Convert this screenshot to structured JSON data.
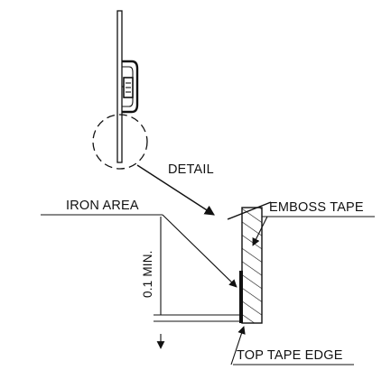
{
  "labels": {
    "detail": "DETAIL",
    "iron_area": "IRON AREA",
    "emboss_tape": "EMBOSS TAPE",
    "dimension": "0.1 MIN.",
    "top_tape_edge": "TOP TAPE EDGE"
  }
}
